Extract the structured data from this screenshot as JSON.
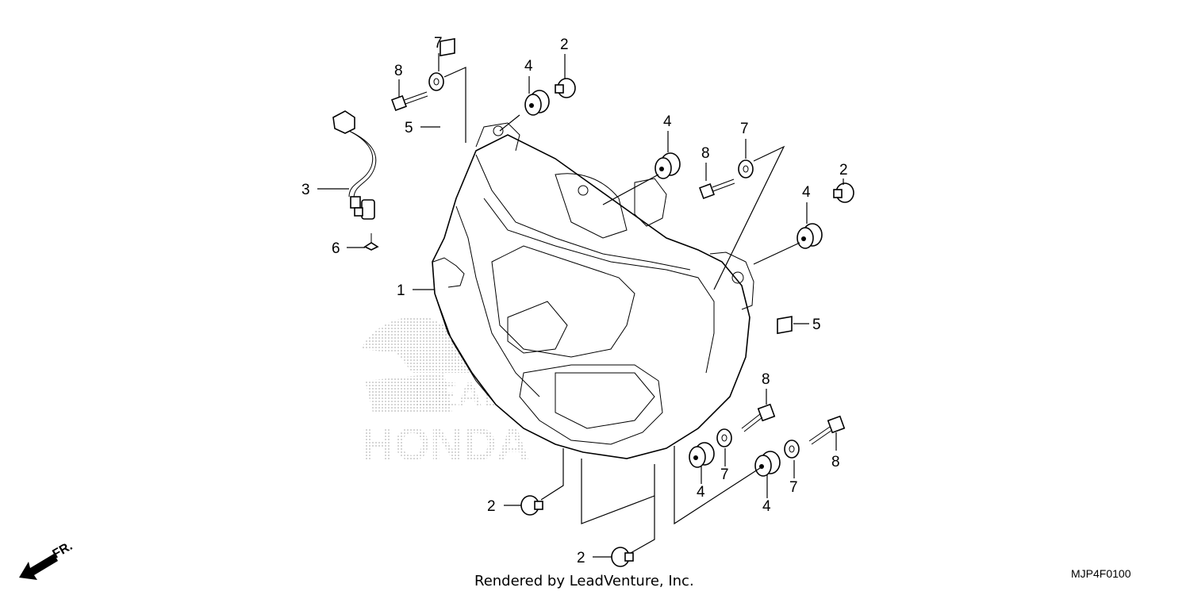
{
  "callouts": {
    "c1": "1",
    "c2a": "2",
    "c2b": "2",
    "c2c": "2",
    "c2d": "2",
    "c3": "3",
    "c4a": "4",
    "c4b": "4",
    "c4c": "4",
    "c4d": "4",
    "c4e": "4",
    "c5a": "5",
    "c5b": "5",
    "c6": "6",
    "c7a": "7",
    "c7b": "7",
    "c7c": "7",
    "c7d": "7",
    "c8a": "8",
    "c8b": "8",
    "c8c": "8",
    "c8d": "8"
  },
  "watermark": {
    "brand": "HONDA",
    "vendor": "LEADVENTURE"
  },
  "footer": {
    "credit": "Rendered by LeadVenture, Inc.",
    "diagram_code": "MJP4F0100",
    "direction_label": "FR."
  }
}
